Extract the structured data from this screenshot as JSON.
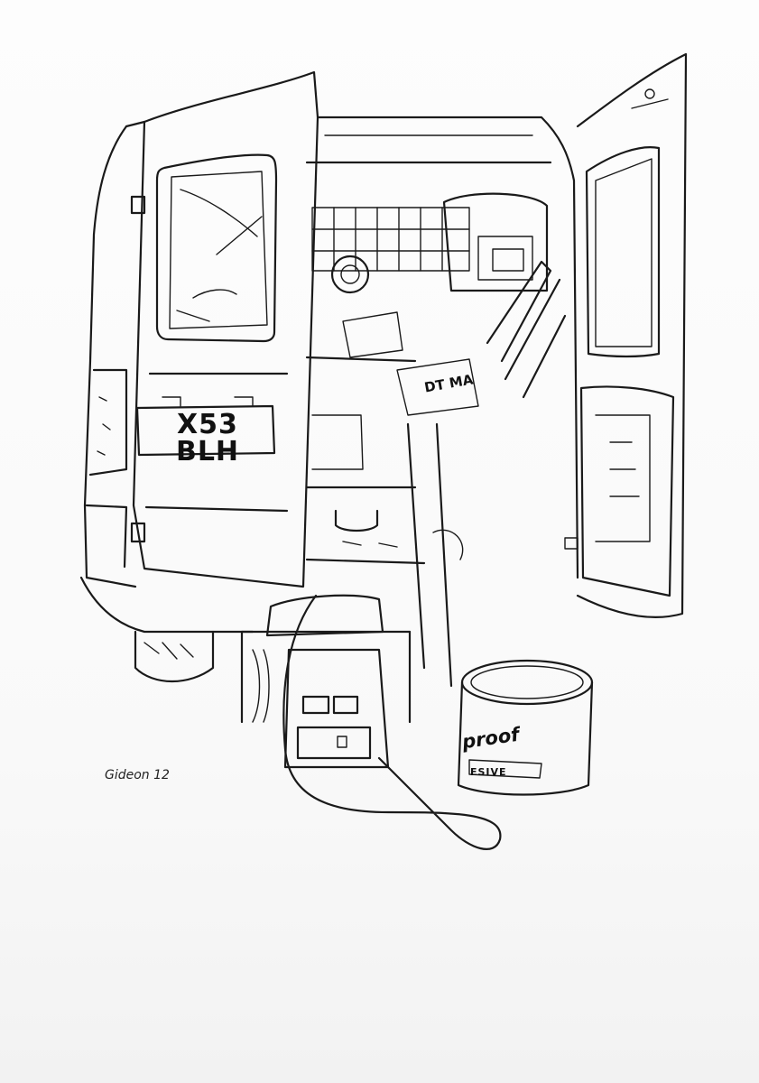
{
  "artwork": {
    "license_plate": "X53 BLH",
    "signature": "Gideon 12",
    "tin_label": "proof",
    "tin_sublabel": "ESIVE",
    "toolbox_brand": "DT MA"
  },
  "colors": {
    "ink": "#1a1a1a",
    "paper": "#fdfdfd"
  }
}
